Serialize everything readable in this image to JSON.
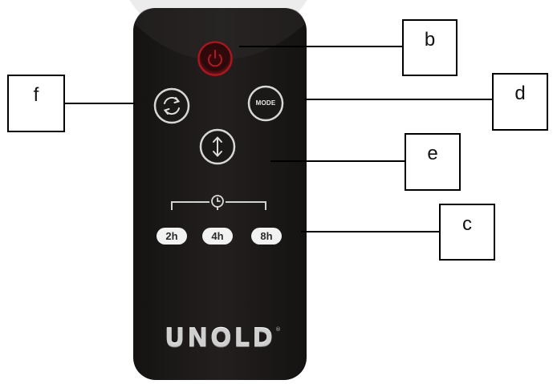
{
  "labels": {
    "b": "b",
    "c": "c",
    "d": "d",
    "e": "e",
    "f": "f"
  },
  "remote": {
    "mode_label": "MODE",
    "timer_2h": "2h",
    "timer_4h": "4h",
    "timer_8h": "8h",
    "brand": "UNOLD",
    "brand_mark": "®"
  },
  "colors": {
    "remote_body": "#1d1a1a",
    "power_button": "#8a0f14",
    "button_ring": "#d9d9d9",
    "pill_button": "#f2f2f2",
    "leader_line": "#000000"
  }
}
